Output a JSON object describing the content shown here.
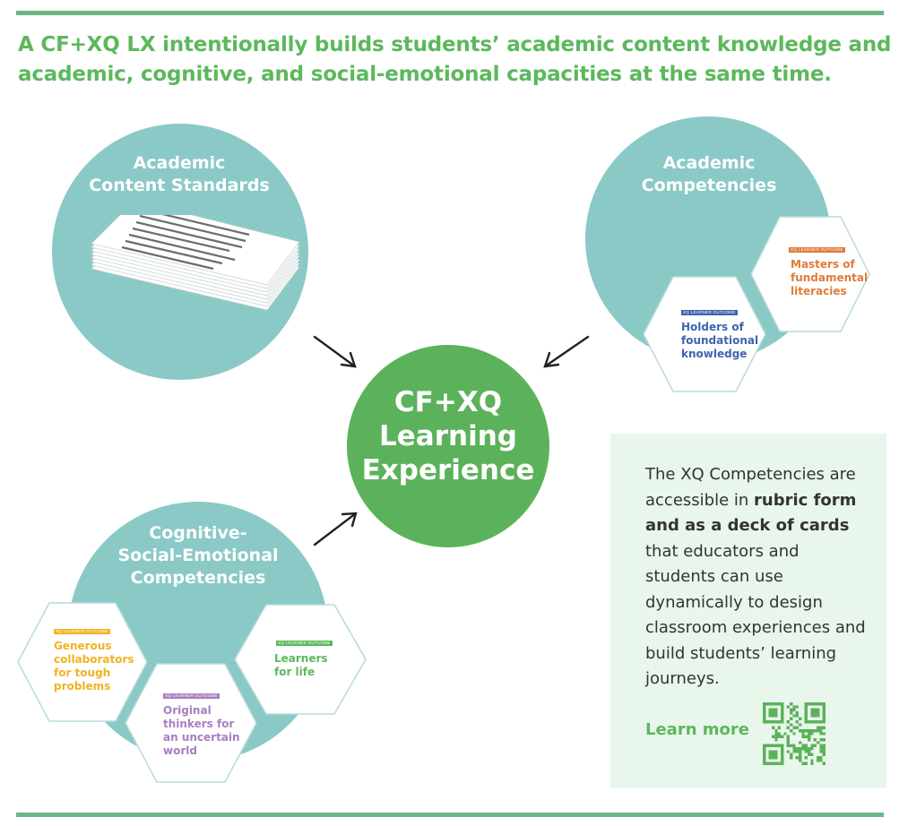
{
  "headline": "A CF+XQ LX intentionally builds students’ academic content knowledge and academic, cognitive, and social-emotional capacities at the same time.",
  "center": {
    "lines": [
      "CF+XQ",
      "Learning",
      "Experience"
    ]
  },
  "circles": {
    "academic_content_standards": {
      "lines": [
        "Academic",
        "Content Standards"
      ]
    },
    "academic_competencies": {
      "lines": [
        "Academic",
        "Competencies"
      ]
    },
    "cse_competencies": {
      "lines": [
        "Cognitive-",
        "Social-Emotional",
        "Competencies"
      ]
    }
  },
  "outcome_tag": "XQ LEARNER OUTCOME",
  "outcomes": {
    "masters": {
      "lines": [
        "Masters of",
        "fundamental",
        "literacies"
      ],
      "color": "#e07b39"
    },
    "holders": {
      "lines": [
        "Holders of",
        "foundational",
        "knowledge"
      ],
      "color": "#3e63b0"
    },
    "generous": {
      "lines": [
        "Generous",
        "collaborators",
        "for tough",
        "problems"
      ],
      "color": "#f0b323"
    },
    "original": {
      "lines": [
        "Original",
        "thinkers for",
        "an uncertain",
        "world"
      ],
      "color": "#a97ec0"
    },
    "learners": {
      "lines": [
        "Learners",
        "for life"
      ],
      "color": "#5cb85c"
    }
  },
  "info": {
    "t1": "The XQ Competencies are accessible in ",
    "b1": "rubric form and as a deck of cards",
    "t2": " that educators and students can use dynamically to design classroom experiences and build students’ learning journeys."
  },
  "learn_more": "Learn more",
  "colors": {
    "teal": "#8ac9c6",
    "green": "#5cb25a",
    "headline_green": "#5cb85c",
    "rule": "#69b884",
    "info_bg": "#e9f6ec"
  },
  "icons": [
    "paper-stack-icon",
    "arrow-icon",
    "qr-code-icon"
  ]
}
